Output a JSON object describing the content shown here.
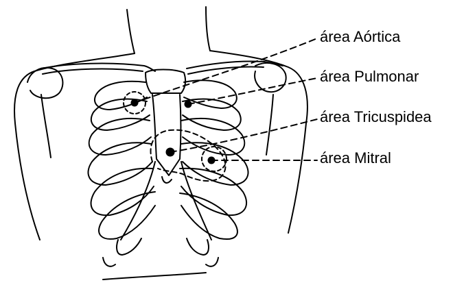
{
  "diagram": {
    "labels": {
      "aortic": "área Aórtica",
      "pulmonary": "área Pulmonar",
      "tricuspid": "área Tricuspidea",
      "mitral": "área Mitral"
    },
    "colors": {
      "ink": "#000000",
      "background": "#ffffff"
    }
  }
}
